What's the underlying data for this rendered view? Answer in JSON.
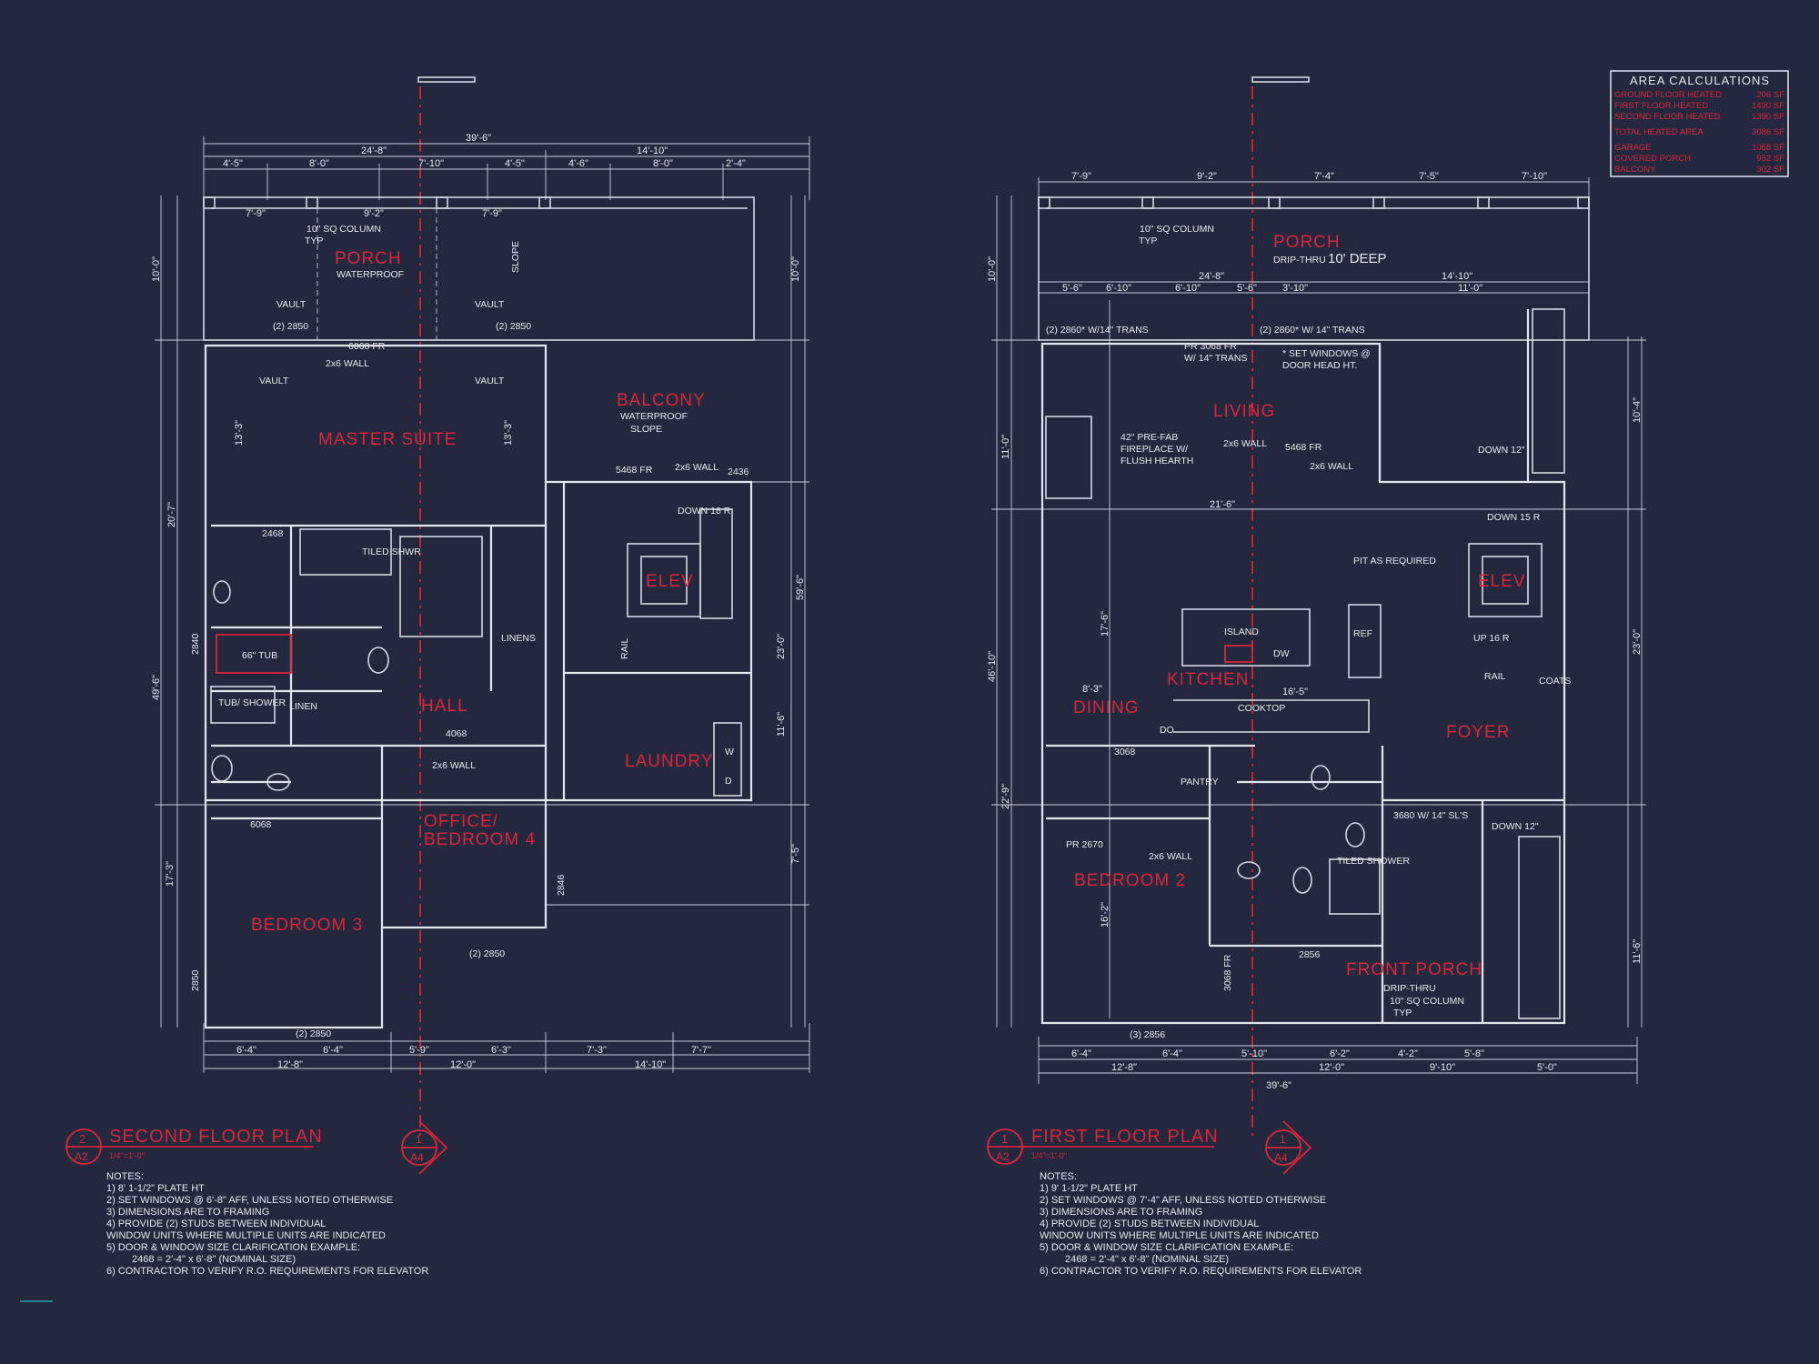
{
  "colors": {
    "background": "#23283f",
    "linework": "#d6d9e4",
    "annotation_red": "#d9263a"
  },
  "area_calculations": {
    "title": "AREA CALCULATIONS",
    "rows": [
      {
        "label": "GROUND FLOOR HEATED",
        "value": "206 SF"
      },
      {
        "label": "FIRST FLOOR HEATED",
        "value": "1490 SF"
      },
      {
        "label": "SECOND FLOOR HEATED",
        "value": "1390 SF"
      },
      {
        "label": "TOTAL HEATED AREA",
        "value": "3086 SF"
      },
      {
        "label": "GARAGE",
        "value": "1068 SF"
      },
      {
        "label": "COVERED PORCH",
        "value": "952 SF"
      },
      {
        "label": "BALCONY",
        "value": "302 SF"
      }
    ]
  },
  "second_floor": {
    "title": "SECOND FLOOR PLAN",
    "scale": "1/4\"=1'-0\"",
    "detail_number": "2",
    "sheet": "A2",
    "section_number": "1",
    "section_sheet": "A4",
    "rooms": [
      "PORCH",
      "MASTER SUITE",
      "BALCONY",
      "ELEV",
      "HALL",
      "LAUNDRY",
      "OFFICE/",
      "BEDROOM 4",
      "BEDROOM 3"
    ],
    "annotations": [
      "WATERPROOF",
      "WATERPROOF",
      "SLOPE",
      "10\" SQ COLUMN",
      "TYP",
      "VAULT",
      "VAULT",
      "VAULT",
      "VAULT",
      "(2) 2850",
      "(2) 2850",
      "6068 FR",
      "2x6 WALL",
      "5468 FR",
      "2x6 WALL",
      "2436",
      "TILED SHWR",
      "66\" TUB",
      "TUB/ SHOWER",
      "LINENS",
      "LINEN",
      "4068",
      "2x6 WALL",
      "6068",
      "(2) 2850",
      "(2) 2850",
      "SLOPE",
      "DOWN 16 R",
      "RAIL",
      "W",
      "D",
      "2846",
      "2850",
      "2840",
      "2468"
    ],
    "dimensions": [
      "39'-6\"",
      "24'-8\"",
      "14'-10\"",
      "4'-5\"",
      "8'-0\"",
      "7'-10\"",
      "4'-5\"",
      "4'-6\"",
      "8'-0\"",
      "2'-4\"",
      "7'-9\"",
      "9'-2\"",
      "7'-9\"",
      "10'-0\"",
      "10'-0\"",
      "20'-7\"",
      "49'-6\"",
      "59'-6\"",
      "13'-3\"",
      "13'-3\"",
      "6'-4\"",
      "12'-8\"",
      "6'-4\"",
      "5'-9\"",
      "12'-0\"",
      "6'-3\"",
      "7'-3\"",
      "14'-10\"",
      "7'-7\"",
      "17'-3\"",
      "23'-0\"",
      "11'-6\"",
      "7'-5\""
    ],
    "notes": [
      "NOTES:",
      "1) 8' 1-1/2\" PLATE HT",
      "2) SET WINDOWS @ 6'-8\" AFF, UNLESS NOTED OTHERWISE",
      "3) DIMENSIONS ARE TO FRAMING",
      "4) PROVIDE (2) STUDS BETWEEN INDIVIDUAL",
      "WINDOW UNITS WHERE MULTIPLE UNITS ARE INDICATED",
      "5) DOOR & WINDOW SIZE CLARIFICATION EXAMPLE:",
      "2468 = 2'-4\" x 6'-8\" (NOMINAL SIZE)",
      "6) CONTRACTOR TO VERIFY R.O. REQUIREMENTS FOR ELEVATOR"
    ]
  },
  "first_floor": {
    "title": "FIRST FLOOR PLAN",
    "scale": "1/4\"=1'-0\"",
    "detail_number": "1",
    "sheet": "A2",
    "section_number": "1",
    "section_sheet": "A4",
    "rooms": [
      "PORCH",
      "LIVING",
      "ELEV",
      "KITCHEN",
      "DINING",
      "FOYER",
      "BEDROOM 2",
      "FRONT PORCH"
    ],
    "annotations": [
      "DRIP-THRU",
      "10' DEEP",
      "10\" SQ COLUMN",
      "TYP",
      "(2) 2860* W/14\" TRANS",
      "(2) 2860* W/ 14\" TRANS",
      "PR 3068 FR",
      "W/ 14\" TRANS",
      "* SET WINDOWS @",
      "DOOR HEAD HT.",
      "42\" PRE-FAB",
      "FIREPLACE W/",
      "FLUSH HEARTH",
      "2x6 WALL",
      "5468 FR",
      "DOWN 12\"",
      "DOWN 15 R",
      "PIT AS REQUIRED",
      "ISLAND",
      "DW",
      "REF",
      "COOKTOP",
      "DO",
      "PANTRY",
      "3068",
      "UP 16 R",
      "RAIL",
      "COATS",
      "3680 W/ 14\" SL'S",
      "PR 2670",
      "2x6 WALL",
      "TILED SHOWER",
      "DRIP-THRU",
      "10\" SQ COLUMN",
      "TYP",
      "3068 FR",
      "(3) 2856",
      "2856",
      "DOWN 12\"",
      "2x6 WALL"
    ],
    "dimensions": [
      "7'-9\"",
      "9'-2\"",
      "7'-4\"",
      "7'-5\"",
      "7'-10\"",
      "24'-8\"",
      "14'-10\"",
      "5'-6\"",
      "6'-10\"",
      "6'-10\"",
      "5'-6\"",
      "3'-10\"",
      "11'-0\"",
      "21'-6\"",
      "16'-5\"",
      "8'-3\"",
      "10'-0\"",
      "11'-0\"",
      "46'-10\"",
      "22'-9\"",
      "17'-6\"",
      "16'-2\"",
      "6'-4\"",
      "12'-8\"",
      "6'-4\"",
      "5'-10\"",
      "12'-0\"",
      "6'-2\"",
      "4'-2\"",
      "9'-10\"",
      "5'-8\"",
      "5'-0\"",
      "39'-6\"",
      "10'-4\"",
      "23'-0\"",
      "11'-6\""
    ],
    "notes": [
      "NOTES:",
      "1) 9' 1-1/2\" PLATE HT",
      "2) SET WINDOWS @ 7'-4\" AFF, UNLESS NOTED OTHERWISE",
      "3) DIMENSIONS ARE TO FRAMING",
      "4) PROVIDE (2) STUDS BETWEEN INDIVIDUAL",
      "WINDOW UNITS WHERE MULTIPLE UNITS ARE INDICATED",
      "5) DOOR & WINDOW SIZE CLARIFICATION EXAMPLE:",
      "2468 = 2'-4\" x 6'-8\" (NOMINAL SIZE)",
      "6) CONTRACTOR TO VERIFY R.O. REQUIREMENTS FOR ELEVATOR"
    ]
  }
}
